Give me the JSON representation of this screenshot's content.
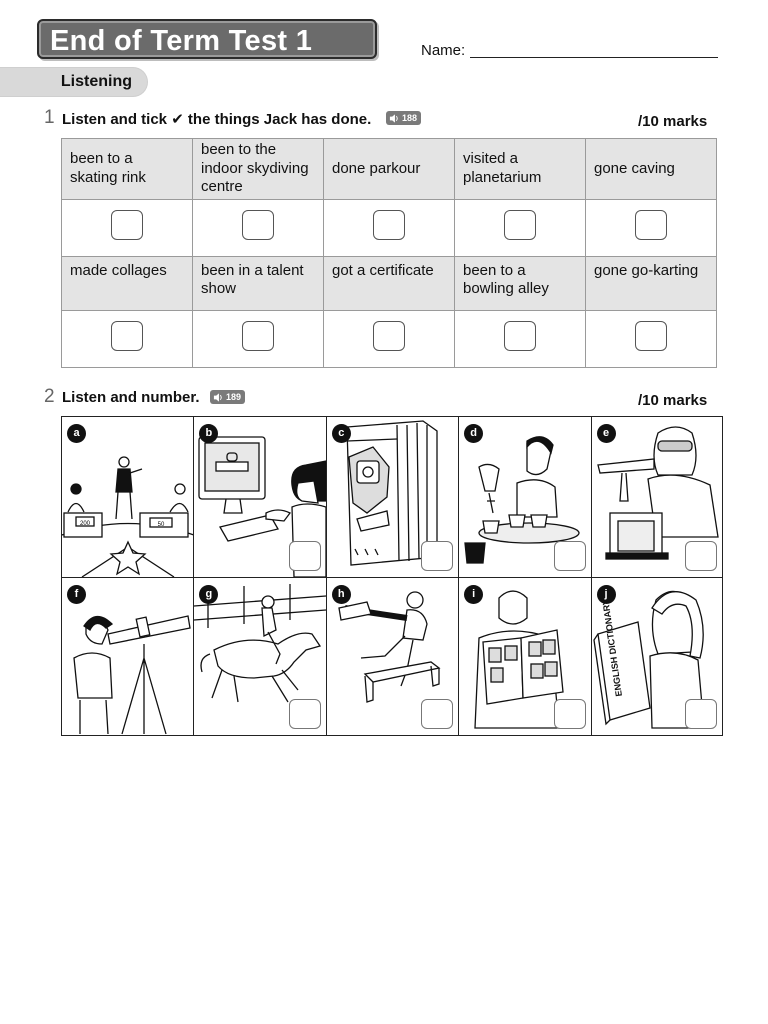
{
  "header": {
    "title": "End of Term Test 1",
    "name_label": "Name:"
  },
  "section": {
    "label": "Listening"
  },
  "q1": {
    "number": "1",
    "instruction": "Listen and tick ✔ the things Jack has done.",
    "audio_track": "188",
    "marks": "/10 marks",
    "rows": [
      [
        "been to a skating rink",
        "been to the indoor skydiving centre",
        "done parkour",
        "visited a planetarium",
        "gone caving"
      ],
      [
        "made collages",
        "been in a talent show",
        "got a certificate",
        "been to a bowling alley",
        "gone go-karting"
      ]
    ]
  },
  "q2": {
    "number": "2",
    "instruction": "Listen and number.",
    "audio_track": "189",
    "marks": "/10 marks",
    "pictures": [
      {
        "letter": "a",
        "icon": "talent-show-picture",
        "labels": [
          "200",
          "50"
        ]
      },
      {
        "letter": "b",
        "icon": "computer-password-picture"
      },
      {
        "letter": "c",
        "icon": "vending-machine-picture"
      },
      {
        "letter": "d",
        "icon": "baking-cupcakes-picture"
      },
      {
        "letter": "e",
        "icon": "science-experiment-picture"
      },
      {
        "letter": "f",
        "icon": "telescope-picture"
      },
      {
        "letter": "g",
        "icon": "horse-riding-picture"
      },
      {
        "letter": "h",
        "icon": "parkour-picture"
      },
      {
        "letter": "i",
        "icon": "comic-reading-picture"
      },
      {
        "letter": "j",
        "icon": "dictionary-picture",
        "labels": [
          "ENGLISH DICTIONARY"
        ]
      }
    ]
  }
}
